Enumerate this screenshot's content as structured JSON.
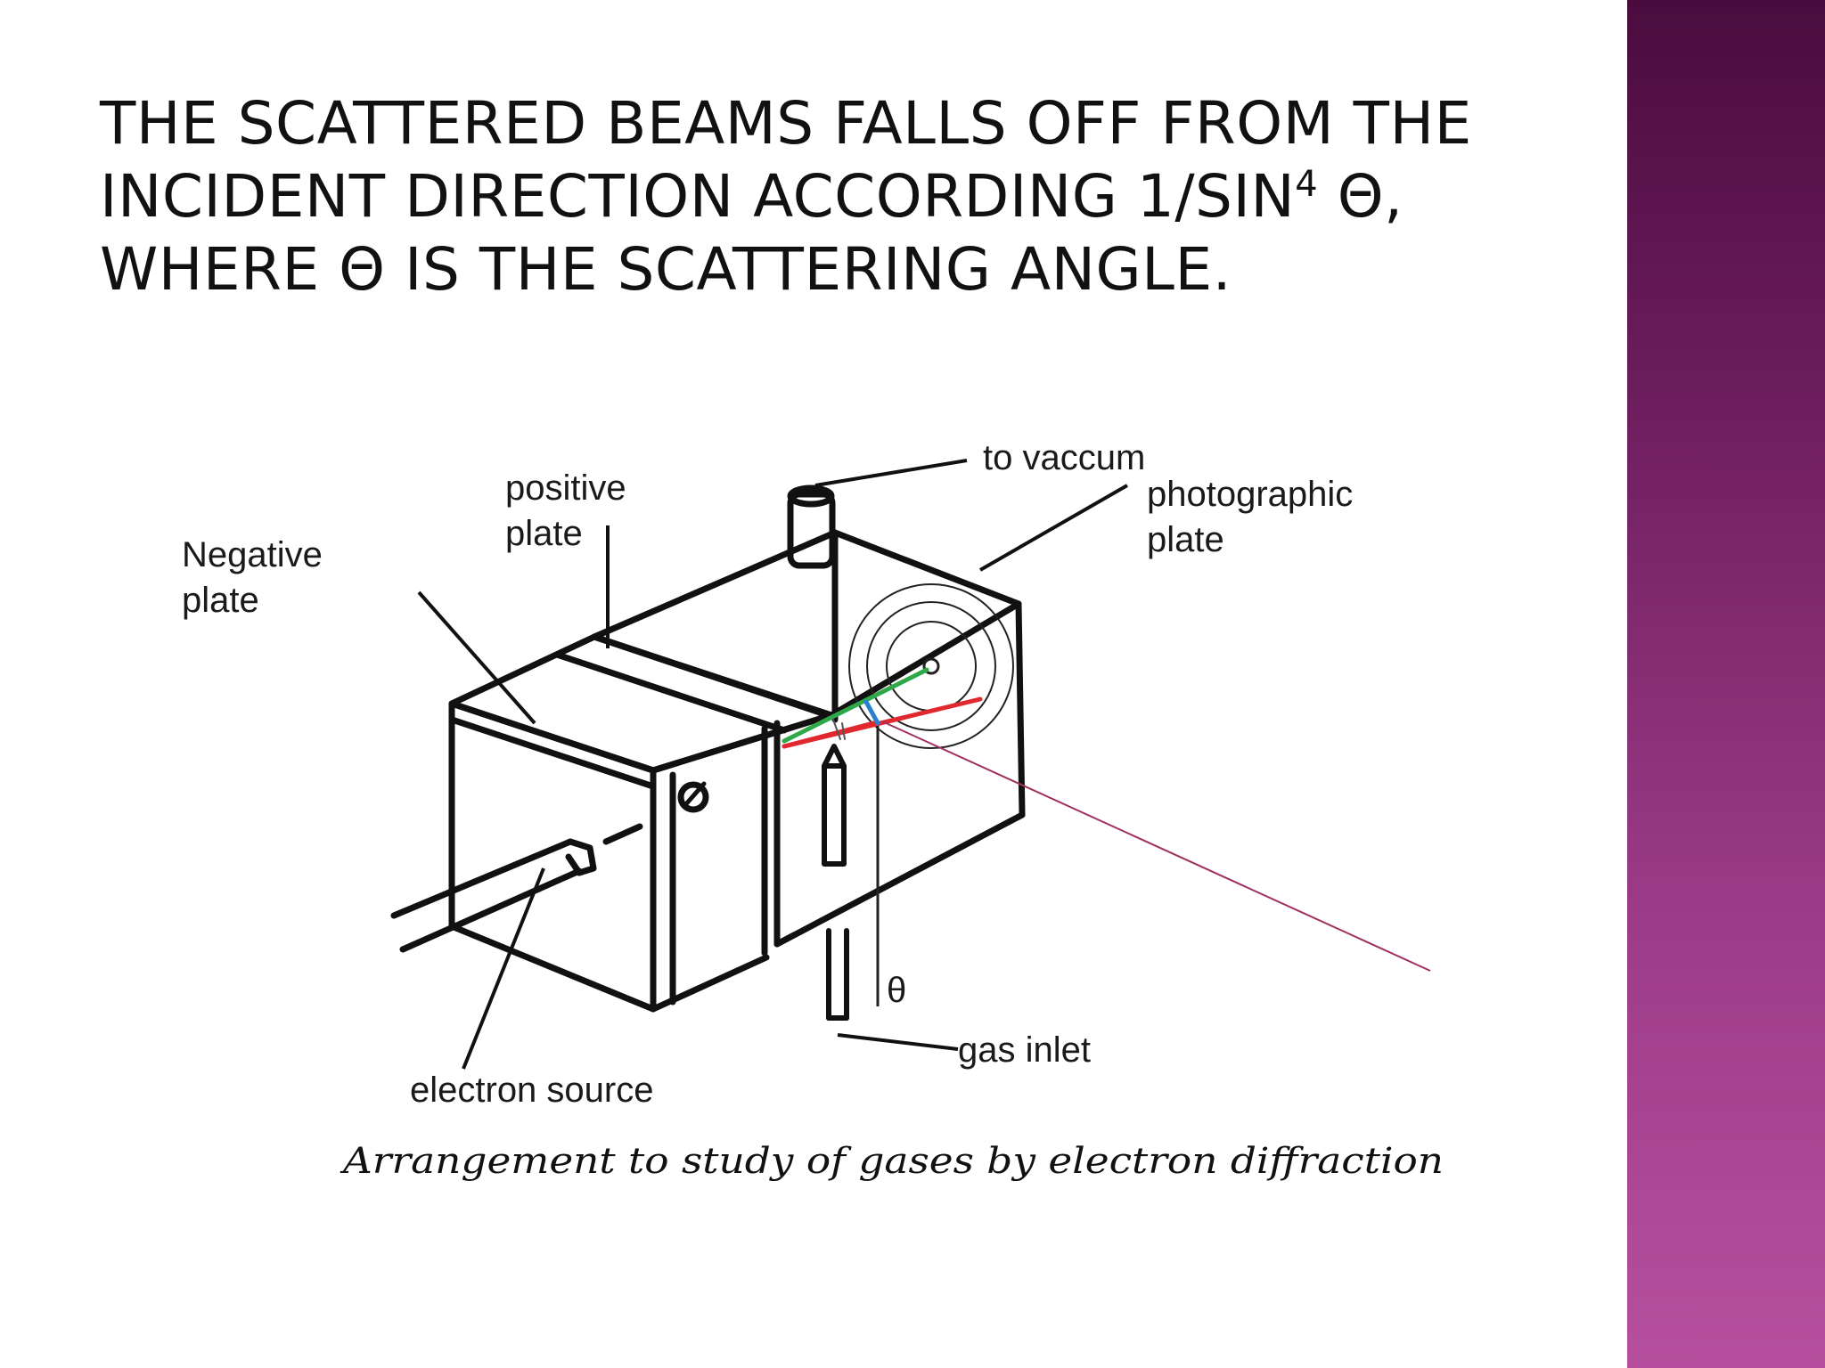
{
  "slide": {
    "title_part1": "THE SCATTERED BEAMS FALLS OFF FROM THE INCIDENT DIRECTION ACCORDING 1/SIN",
    "title_sup": "4",
    "title_part2": " Θ, WHERE Θ IS THE SCATTERING ANGLE.",
    "colors": {
      "side_bar_top": "#4a0c3e",
      "side_bar_bottom": "#b6509e",
      "beam_red": "#e0282e",
      "beam_green": "#2ea84a",
      "beam_blue": "#2a7fd0",
      "pointer_line": "#a03060"
    }
  },
  "diagram": {
    "label_to_vacuum": "to vaccum",
    "label_photographic_1": "photographic",
    "label_photographic_2": "plate",
    "label_positive_1": "positive",
    "label_positive_2": "plate",
    "label_negative_1": "Negative",
    "label_negative_2": "plate",
    "label_theta": "θ",
    "label_gas_inlet": "gas inlet",
    "label_electron_source": "electron source",
    "caption": "Arrangement to study of gases by electron diffraction"
  }
}
